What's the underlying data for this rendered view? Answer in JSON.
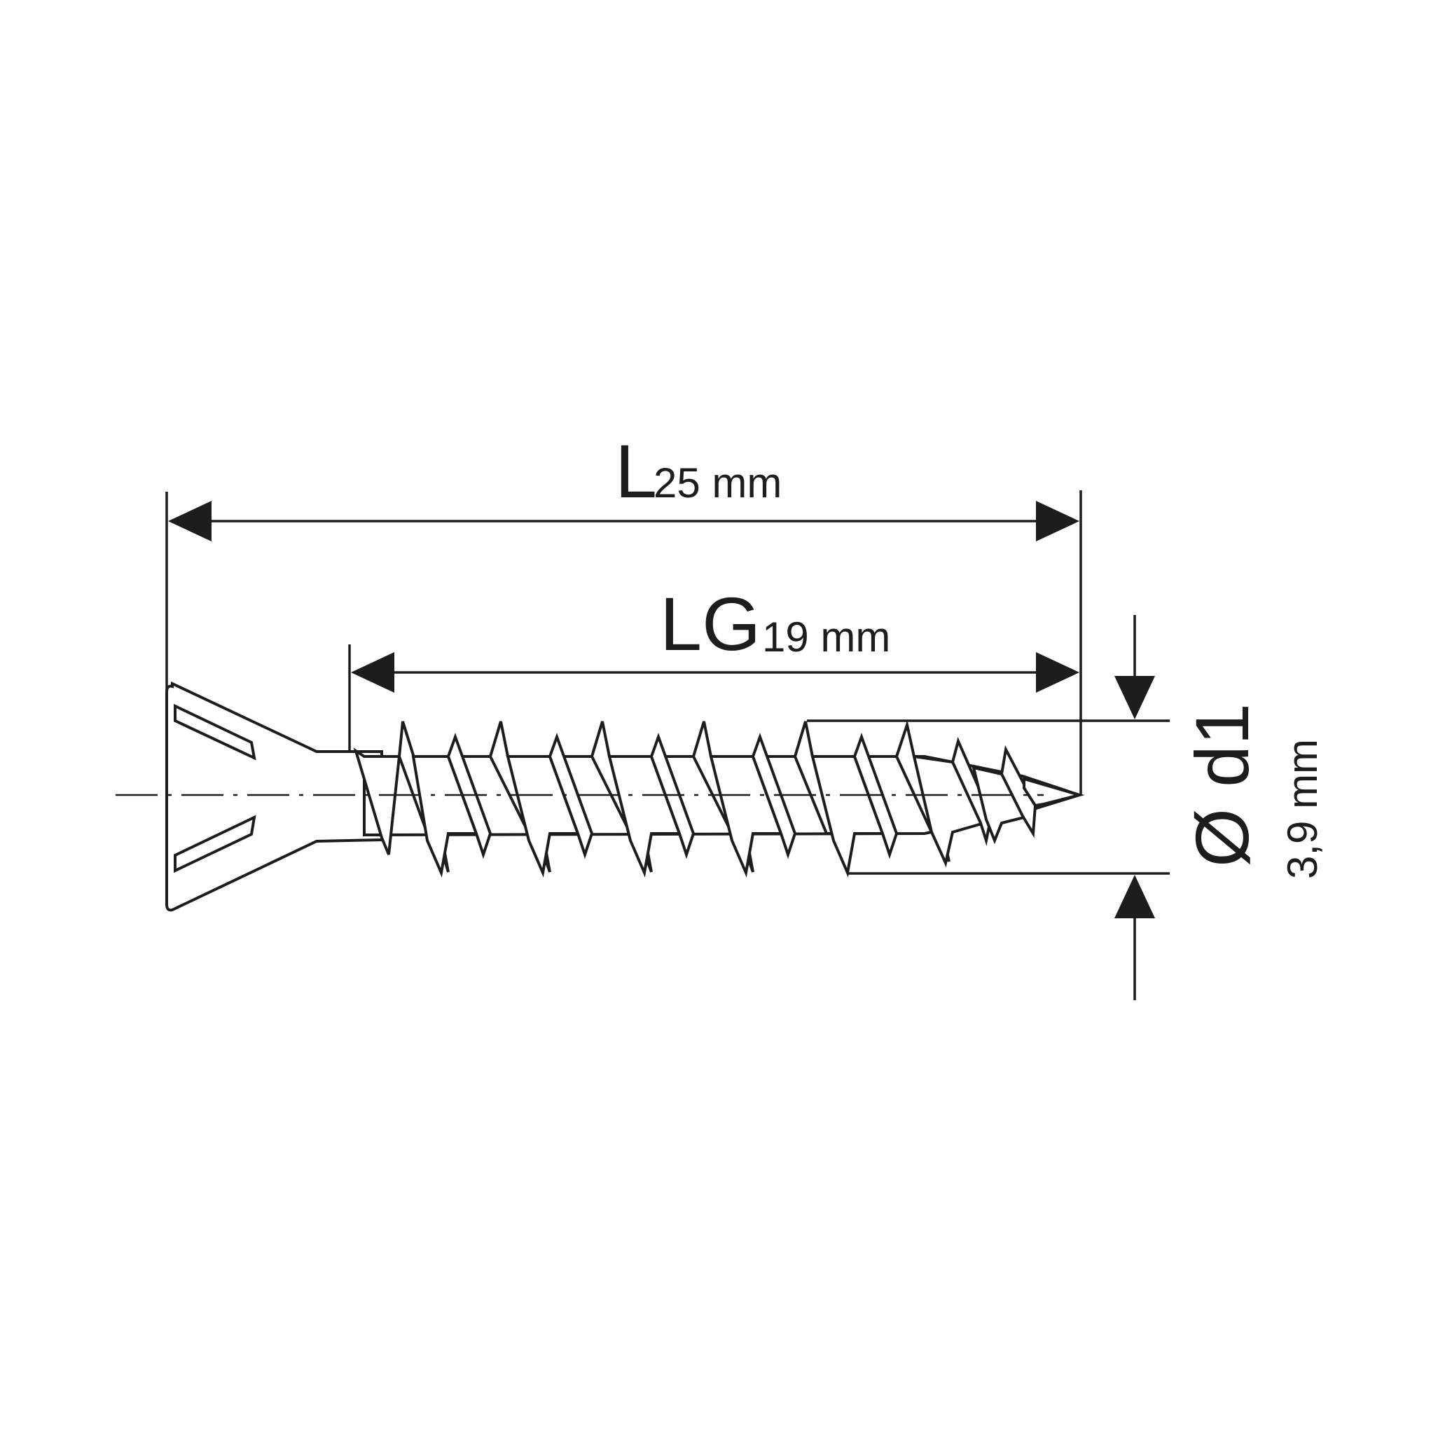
{
  "dimensions": {
    "length": {
      "symbol": "L",
      "value": "25 mm"
    },
    "thread_length": {
      "symbol": "LG",
      "value": "19 mm"
    },
    "diameter": {
      "symbol": "Ø d1",
      "value": "3,9 mm"
    }
  },
  "colors": {
    "ink": "#1d1d1b",
    "background": "#ffffff"
  }
}
